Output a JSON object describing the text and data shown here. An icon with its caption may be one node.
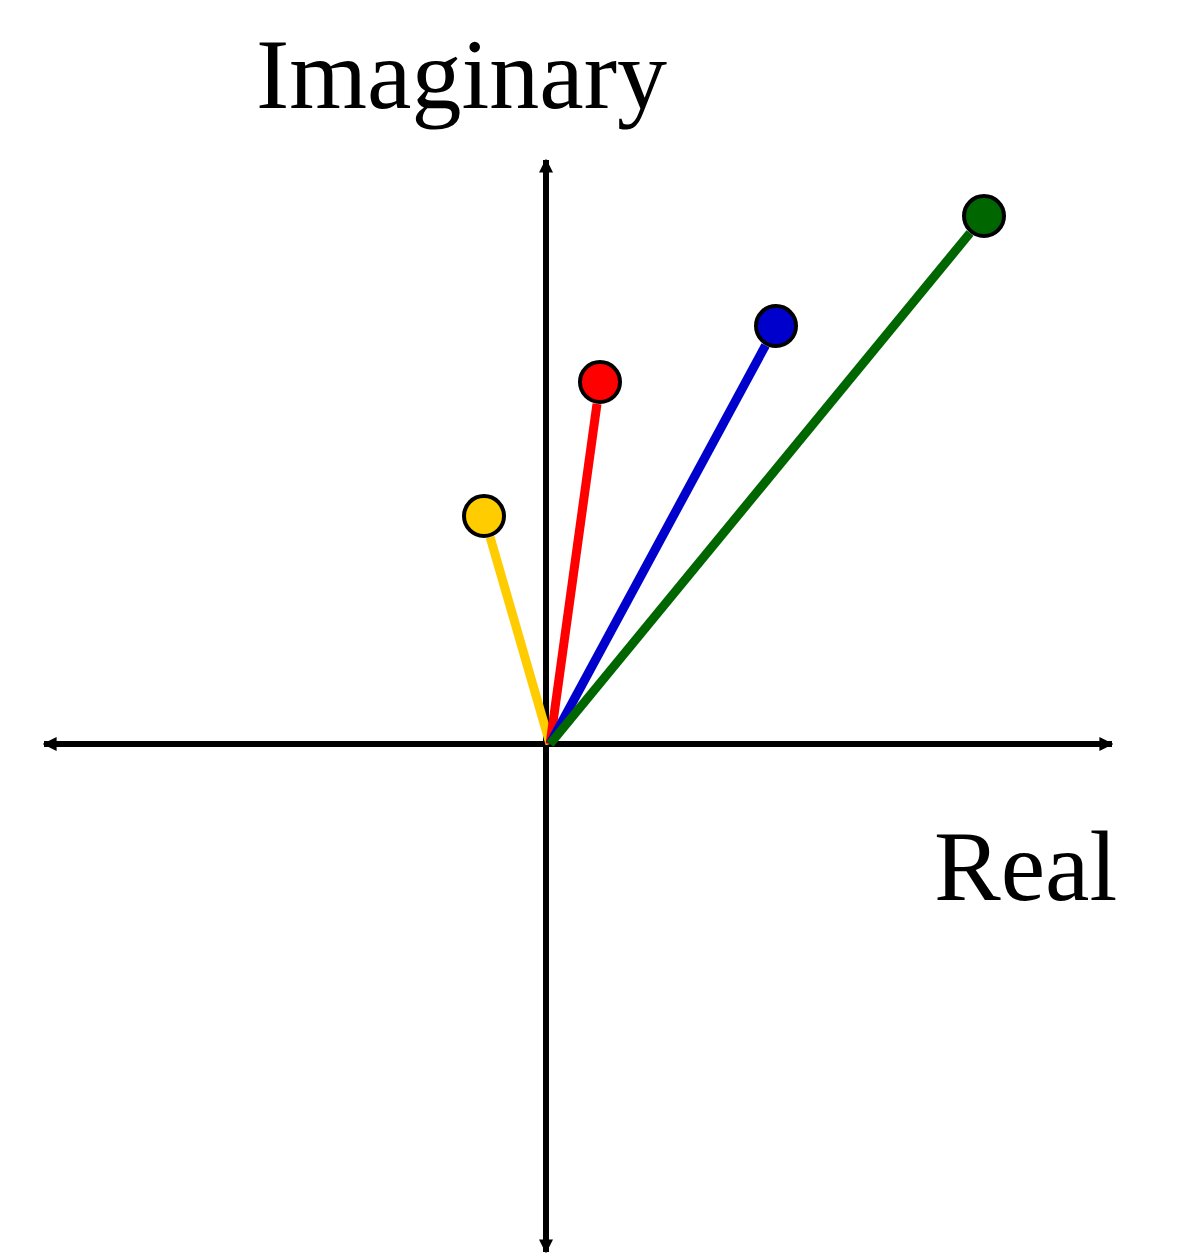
{
  "diagram": {
    "nodes": [
      {
        "text": [],
        "shape": "circle"
      },
      {
        "text": [],
        "shape": "circle"
      },
      {
        "text": [],
        "shape": "circle"
      },
      {
        "text": [],
        "shape": "circle"
      }
    ],
    "edges": [
      {
        "from": null,
        "to": 0,
        "arrow": "none",
        "color": "#ffcc00"
      },
      {
        "from": null,
        "to": 1,
        "arrow": "none",
        "color": "#ff0000"
      },
      {
        "from": null,
        "to": 2,
        "arrow": "none",
        "color": "#0000cc"
      },
      {
        "from": null,
        "to": 3,
        "arrow": "none",
        "color": "#006600"
      }
    ],
    "labels": [
      "Imaginary",
      "Real"
    ]
  }
}
